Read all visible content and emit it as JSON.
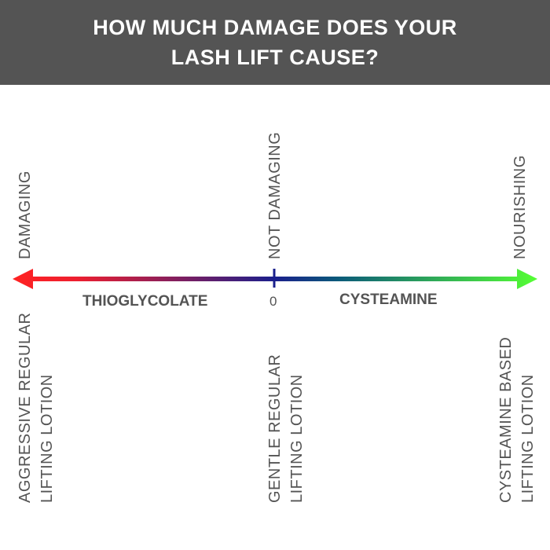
{
  "title": {
    "line1": "HOW MUCH DAMAGE DOES YOUR",
    "line2": "LASH LIFT CAUSE?"
  },
  "scale": {
    "left_label": "DAMAGING",
    "center_label": "NOT DAMAGING",
    "right_label": "NOURISHING",
    "zero_label": "0",
    "left_category": "THIOGLYCOLATE",
    "right_category": "CYSTEAMINE"
  },
  "products": {
    "left": {
      "line1": "AGGRESSIVE REGULAR",
      "line2": "LIFTING LOTION"
    },
    "center": {
      "line1": "GENTLE REGULAR",
      "line2": "LIFTING  LOTION"
    },
    "right": {
      "line1": "CYSTEAMINE BASED",
      "line2": "LIFTING  LOTION"
    }
  },
  "colors": {
    "header_bg": "#545454",
    "text": "#545454",
    "arrow_left": "#ff2222",
    "arrow_center": "#1a1f8c",
    "arrow_right": "#55ff33"
  }
}
